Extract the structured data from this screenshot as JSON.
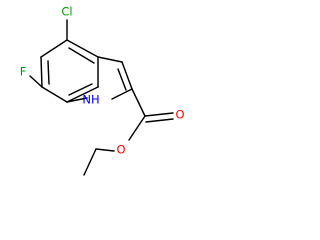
{
  "molecule": {
    "atoms": {
      "chlorine": {
        "symbol": "Cl",
        "color": "#00a000"
      },
      "fluorine": {
        "symbol": "F",
        "color": "#00a000"
      },
      "ring_nitrogen": {
        "symbol": "NH",
        "color": "#0000ff"
      },
      "carbonyl_oxygen": {
        "symbol": "O",
        "color": "#ff0000"
      },
      "ester_oxygen": {
        "symbol": "O",
        "color": "#ff0000"
      }
    },
    "bond_color": "#000000"
  }
}
